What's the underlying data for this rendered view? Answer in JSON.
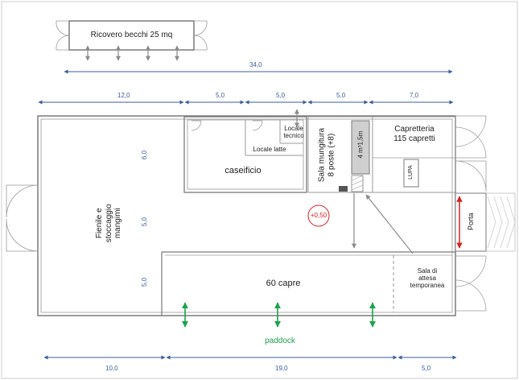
{
  "rooms": {
    "ricovero": "Ricovero becchi 25 mq",
    "fienile": "Fienile e\nstoccaggio\nmangimi",
    "caseificio": "caseificio",
    "locale_latte": "Locale latte",
    "locale_tecnico": "Locale\ntecnico",
    "sala_mungitura": "Sala mungitura\n8 poste (+8)",
    "vasca": "4 m³1,5m",
    "capretteria": "Capretteria\n115 capretti",
    "lupa": "LUPA",
    "capre": "60 capre",
    "sala_attesa": "Sala di\nattesa\ntemporanea",
    "paddock": "paddock",
    "porta": "Porta",
    "quota": "+0,50"
  },
  "dimensions": {
    "total": "34,0",
    "top_segments": [
      "12,0",
      "5,0",
      "5,0",
      "5,0",
      "7,0"
    ],
    "bottom_segments": [
      "10,0",
      "19,0",
      "5,0"
    ],
    "left_segments": [
      "6,0",
      "5,0",
      "5,0"
    ]
  },
  "colors": {
    "wall": "#7a7a7a",
    "dimension": "#3b5e9a",
    "paddock": "#1aa34a",
    "door_arrow": "#d42020",
    "flow_arrow": "#8a8a8a",
    "quota": "#d42020"
  }
}
